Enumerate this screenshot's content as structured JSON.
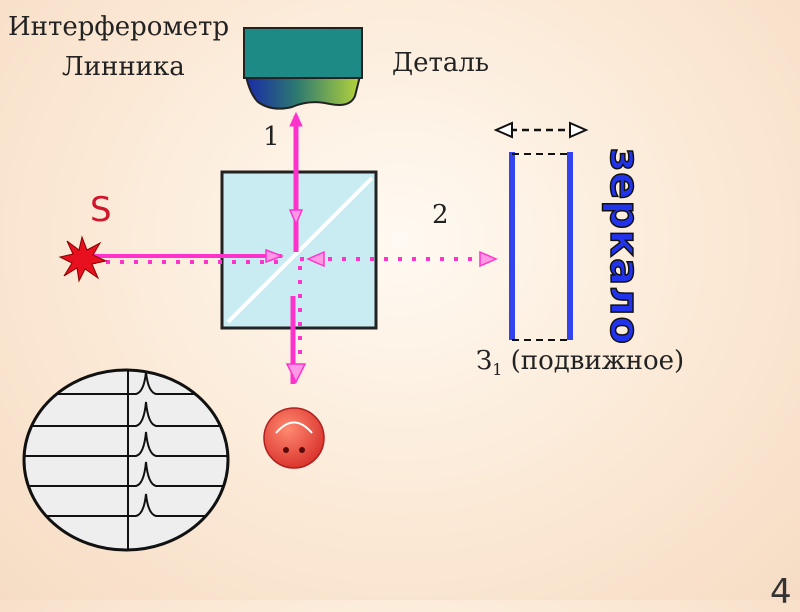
{
  "title": {
    "line1": "Интерферометр",
    "line2": "Линника"
  },
  "labels": {
    "detail": "Деталь",
    "beam1": "1",
    "beam2": "2",
    "source": "S",
    "mirror_name": "З",
    "mirror_index": "1",
    "mirror_note": " (подвижное)",
    "mirror_word": "зеркало",
    "slide_number": "4"
  },
  "colors": {
    "beam": "#ff33cc",
    "cube_fill": "#c8ecf2",
    "mirror": "#3344ee",
    "source": "#e8101e",
    "eye": "#e8453a",
    "sample_top": "#1e8a86",
    "mirror_word": "#2233ee"
  },
  "icons": [
    "light-source-star-icon",
    "eye-icon",
    "sample-detail-icon",
    "beam-splitter-cube"
  ]
}
